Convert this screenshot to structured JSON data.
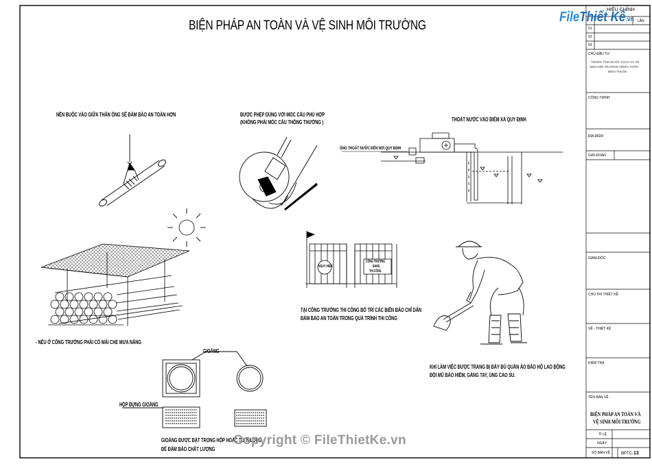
{
  "drawing": {
    "title": "BIỆN PHÁP AN TOÀN VÀ VỆ SINH MÔI TRƯỜNG",
    "captions": {
      "tie_pipe": "NÊN BUỘC VÀO GIỮA THÂN ỐNG SẼ ĐẢM BẢO AN TOÀN HƠN",
      "hook_line1": "ĐƯỢC PHÉP DÙNG VỚI MÓC CẨU PHÙ HỢP",
      "hook_line2": "(KHÔNG PHẢI MÓC CẨU THÔNG THƯỜNG )",
      "drain": "THOÁT NƯỚC VÀO ĐIỂM XẢ QUY ĐỊNH",
      "drain_pipe": "ỐNG THOÁT NƯỚC ĐẾN NƠI QUY ĐỊNH",
      "shed": "- NẾU Ở CÔNG TRƯỜNG PHẢI CÓ MÁI CHE MƯA NẮNG",
      "signs_line1": "TẠI CÔNG TRƯỜNG THI CÔNG BỐ TRÍ CÁC BIỂN BÁO  CHỈ DẪN",
      "signs_line2": "ĐẢM BẢO AN TOÀN TRONG QUÁ TRÌNH THI CÔNG",
      "sign_left": "NGUY HIỂM",
      "sign_right_1": "CÔNG TRƯỜNG",
      "sign_right_2": "ĐANG",
      "sign_right_3": "THI CÔNG",
      "worker_line1": "KHI LÀM VIỆC ĐƯỢC TRANG BỊ ĐẦY ĐỦ QUẦN ÁO BẢO HỘ LAO ĐỘNG",
      "worker_line2": "ĐỘI MŨ BẢO HIỂM, GĂNG TAY, ỦNG CAO SU.",
      "gasket": "GIOĂNG",
      "gasket_box": "HỘP ĐỰNG GIOĂNG",
      "gasket_note_line1": "GIOĂNG ĐƯỢC ĐẶT TRONG HỘP HOẶC TÚI NILÔNG",
      "gasket_note_line2": "ĐỂ ĐẢM BẢO CHẤT LƯỢNG"
    }
  },
  "title_block": {
    "revision_header": "HIỆU CHỈNH",
    "rev_col": "LẦN",
    "rev_rows": [
      "01",
      "02",
      "03"
    ],
    "owner_label": "CHỦ ĐẦU TƯ",
    "owner_line1": "TRUNG TÂM NƯỚC SẠCH VÀ VỆ",
    "owner_line2": "SINH MÔI TRƯỜNG NÔNG THÔN",
    "owner_line3": "BÌNH THUẬN",
    "project_label": "CÔNG TRÌNH",
    "location_label": "ĐỊA ĐIỂM",
    "phase_label": "GIAI ĐOẠN",
    "designer_label": "GIÁM ĐỐC",
    "chief_label": "CHỦ TRÌ THIẾT KẾ",
    "drafter_label": "VẼ - THIẾT KẾ",
    "checker_label": "KIỂM TRA",
    "sheet_name_label": "TÊN BẢN VẼ",
    "sheet_name_line1": "BIỆN PHÁP AN TOÀN VÀ",
    "sheet_name_line2": "VỆ SINH MÔI TRƯỜNG",
    "scale_label": "TỈ LỆ",
    "date_label": "NGÀY",
    "sheet_no_label": "SỐ BẢN VẼ",
    "sheet_no_prefix": "BPTC-",
    "sheet_no": "13"
  },
  "branding": {
    "logo_main": "File",
    "logo_accent": "Thiết Kế",
    "logo_suffix": ".vn",
    "watermark": "Copyright © FileThietKe.vn"
  },
  "colors": {
    "logo_blue": "#2a8fd6",
    "watermark_gray": "#9a9a9a"
  }
}
